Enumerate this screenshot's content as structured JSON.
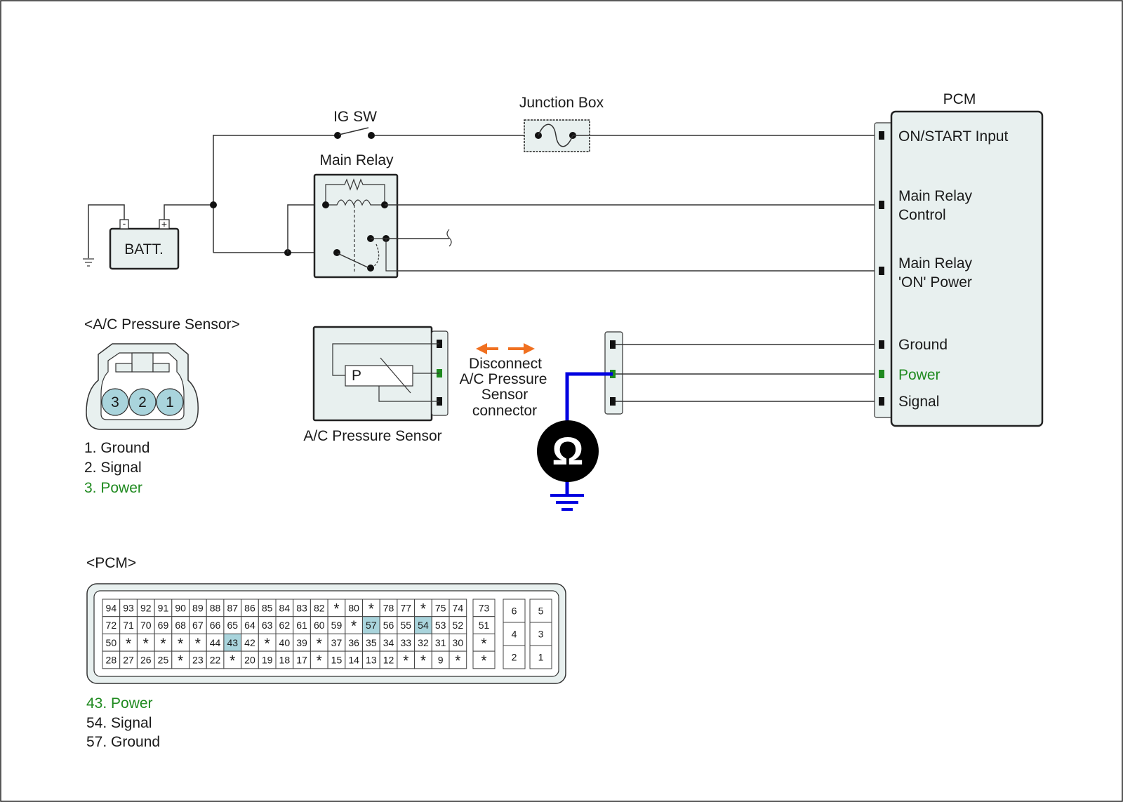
{
  "labels": {
    "ig_sw": "IG SW",
    "junction_box": "Junction Box",
    "pcm_title": "PCM",
    "main_relay": "Main Relay",
    "batt": "BATT.",
    "batt_minus": "-",
    "batt_plus": "+",
    "sensor_section": "<A/C Pressure Sensor>",
    "sensor_name": "A/C Pressure Sensor",
    "sensor_p": "P",
    "disconnect": [
      "Disconnect",
      "A/C Pressure",
      "Sensor",
      "connector"
    ],
    "ohm": "Ω",
    "pcm_section": "<PCM>"
  },
  "pcm_terminals": [
    {
      "line1": "ON/START  Input",
      "line2": "",
      "color": ""
    },
    {
      "line1": "Main Relay",
      "line2": "Control",
      "color": ""
    },
    {
      "line1": "Main Relay",
      "line2": "'ON' Power",
      "color": ""
    },
    {
      "line1": "Ground",
      "line2": "",
      "color": ""
    },
    {
      "line1": "Power",
      "line2": "",
      "color": "#1f8a1f"
    },
    {
      "line1": "Signal",
      "line2": "",
      "color": ""
    }
  ],
  "sensor_connector_pins": [
    "3",
    "2",
    "1"
  ],
  "sensor_pin_legend": [
    {
      "text": "1. Ground",
      "color": ""
    },
    {
      "text": "2. Signal",
      "color": ""
    },
    {
      "text": "3. Power",
      "color": "#1f8a1f"
    }
  ],
  "pcm_connector": {
    "rows": [
      [
        "94",
        "93",
        "92",
        "91",
        "90",
        "89",
        "88",
        "87",
        "86",
        "85",
        "84",
        "83",
        "82",
        "*",
        "80",
        "*",
        "78",
        "77",
        "*",
        "75",
        "74"
      ],
      [
        "72",
        "71",
        "70",
        "69",
        "68",
        "67",
        "66",
        "65",
        "64",
        "63",
        "62",
        "61",
        "60",
        "59",
        "*",
        "57",
        "56",
        "55",
        "54",
        "53",
        "52"
      ],
      [
        "50",
        "*",
        "*",
        "*",
        "*",
        "*",
        "44",
        "43",
        "42",
        "*",
        "40",
        "39",
        "*",
        "37",
        "36",
        "35",
        "34",
        "33",
        "32",
        "31",
        "30"
      ],
      [
        "28",
        "27",
        "26",
        "25",
        "*",
        "23",
        "22",
        "*",
        "20",
        "19",
        "18",
        "17",
        "*",
        "15",
        "14",
        "13",
        "12",
        "*",
        "*",
        "9",
        "*"
      ]
    ],
    "side_column": [
      "73",
      "51",
      "*",
      "*"
    ],
    "small_block": [
      [
        "6",
        "5"
      ],
      [
        "4",
        "3"
      ],
      [
        "2",
        "1"
      ]
    ],
    "highlighted": [
      "57",
      "54",
      "43"
    ],
    "highlight_color": "#a9d4dc"
  },
  "pcm_pin_legend": [
    {
      "text": "43. Power",
      "color": "#1f8a1f"
    },
    {
      "text": "54. Signal",
      "color": ""
    },
    {
      "text": "57. Ground",
      "color": ""
    }
  ],
  "colors": {
    "component_fill": "#e8f0ef",
    "meter_lead": "#0000e0",
    "arrow": "#f07020",
    "power_pin": "#1f8a1f",
    "connector_pin_fill": "#a9d4dc"
  }
}
